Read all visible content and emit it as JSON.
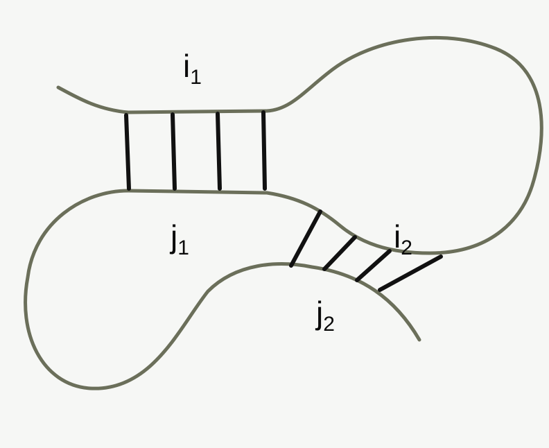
{
  "colors": {
    "background": "#f6f7f5",
    "strand": "#6b6f5a",
    "base_pair": "#111111",
    "label": "#0a0a0a"
  },
  "labels": {
    "i1": {
      "base": "i",
      "sub": "1"
    },
    "j1": {
      "base": "j",
      "sub": "1"
    },
    "i2": {
      "base": "i",
      "sub": "2"
    },
    "j2": {
      "base": "j",
      "sub": "2"
    }
  }
}
